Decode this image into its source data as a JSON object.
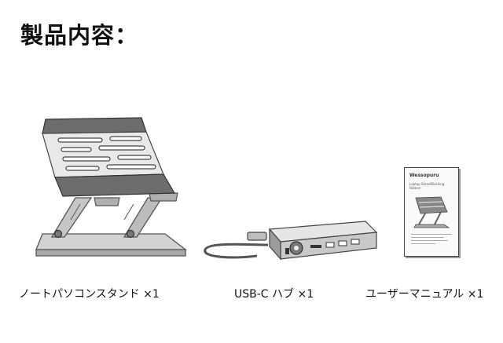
{
  "page_title": "製品内容：",
  "items": [
    {
      "caption": "ノートパソコンスタンド ×1",
      "icon": "laptop-stand-illustration"
    },
    {
      "caption": "USB-C ハブ ×1",
      "icon": "usb-c-hub-illustration"
    },
    {
      "caption": "ユーザーマニュアル ×1",
      "icon": "user-manual-illustration",
      "manual_brand": "Wessopuru",
      "manual_subtitle": "Laptop Stand/Docking Station"
    }
  ]
}
